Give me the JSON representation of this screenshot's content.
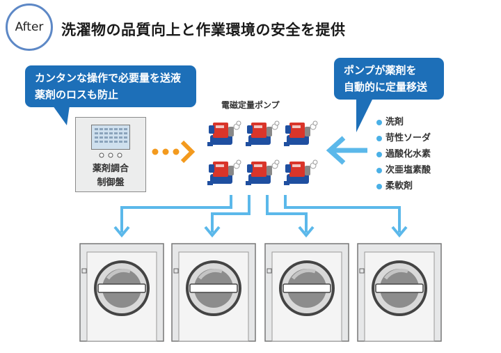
{
  "header": {
    "badge": "After",
    "title": "洗濯物の品質向上と作業環境の安全を提供"
  },
  "callouts": {
    "left": [
      "カンタンな操作で必要量を送液",
      "薬剤のロスも防止"
    ],
    "right": [
      "ポンプが薬剤を",
      "自動的に定量移送"
    ]
  },
  "control_panel": {
    "label": [
      "薬剤調合",
      "制御盤"
    ]
  },
  "pumps": {
    "title": "電磁定量ポンプ"
  },
  "chemicals": [
    "洗剤",
    "苛性ソーダ",
    "過酸化水素",
    "次亜塩素酸",
    "柔軟剤"
  ],
  "colors": {
    "callout": "#1d6fb8",
    "arrow_light": "#5bb8ea",
    "arrow_orange": "#f39a1e",
    "pump_red": "#d9352a",
    "pump_blue": "#1f4fa0",
    "badge_ring": "#5d88c6"
  }
}
